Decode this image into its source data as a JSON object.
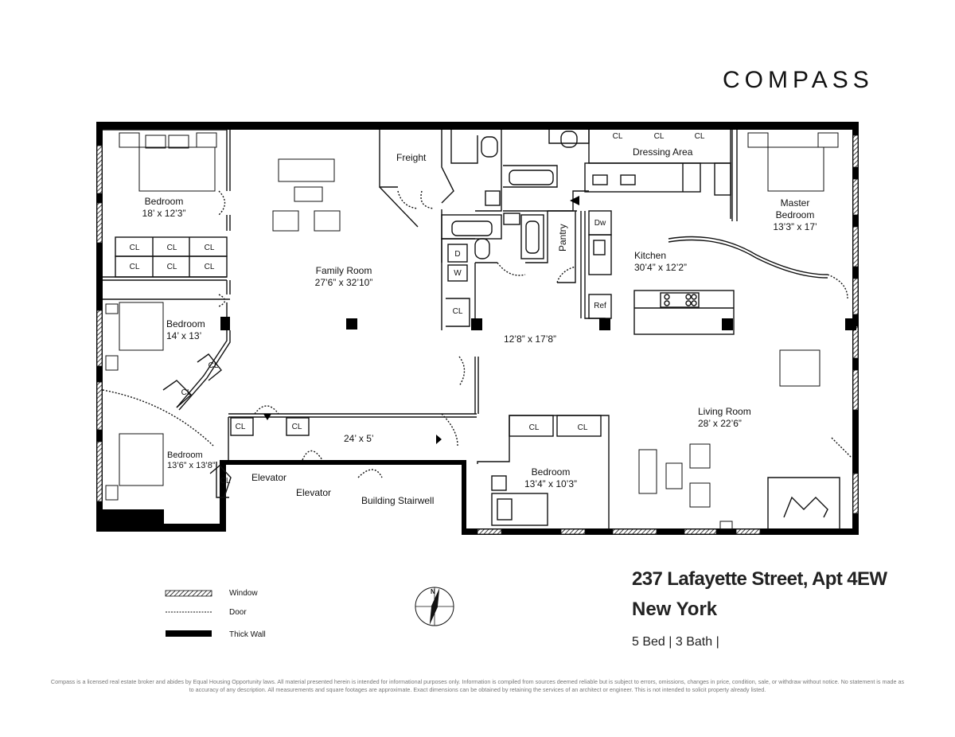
{
  "brand": {
    "logo_text": "COMPASS"
  },
  "listing": {
    "address": "237 Lafayette Street, Apt 4EW",
    "city": "New York",
    "summary": "5 Bed | 3 Bath |"
  },
  "rooms": {
    "bedroom_nw": {
      "name": "Bedroom",
      "dims": "18’ x 12’3”"
    },
    "bedroom_w": {
      "name": "Bedroom",
      "dims": "14’ x 13’"
    },
    "bedroom_sw": {
      "name": "Bedroom",
      "dims": "13’6” x 13’8”"
    },
    "family_room": {
      "name": "Family Room",
      "dims": "27’6” x 32’10”"
    },
    "center_space": {
      "dims": "12’8” x 17’8”"
    },
    "hall": {
      "dims": "24’ x 5’"
    },
    "kitchen": {
      "name": "Kitchen",
      "dims": "30’4” x 12’2”"
    },
    "master_bedroom": {
      "name_line1": "Master",
      "name_line2": "Bedroom",
      "dims": "13’3” x 17’"
    },
    "living_room": {
      "name": "Living Room",
      "dims": "28’ x 22’6”"
    },
    "bedroom_s": {
      "name": "Bedroom",
      "dims": "13’4” x 10’3”"
    },
    "freight": "Freight",
    "dressing_area": "Dressing Area",
    "pantry": "Pantry",
    "elevator_1": "Elevator",
    "elevator_2": "Elevator",
    "stairwell": "Building Stairwell",
    "closet": "CL",
    "dryer": "D",
    "washer": "W",
    "dishwasher": "Dw",
    "refrigerator": "Ref"
  },
  "legend": {
    "window": "Window",
    "door": "Door",
    "thick_wall": "Thick Wall"
  },
  "compass_rose": {
    "north": "N"
  },
  "disclaimer": "Compass is a licensed real estate broker and abides by Equal Housing Opportunity laws. All material presented herein is intended for informational purposes only. Information is compiled from sources deemed reliable but is subject to errors, omissions, changes in price, condition, sale, or withdraw without notice. No statement is made as to accuracy of any description. All measurements and square footages are approximate. Exact dimensions can be obtained by retaining the services of an architect or engineer. This is not intended to solicit property already listed."
}
